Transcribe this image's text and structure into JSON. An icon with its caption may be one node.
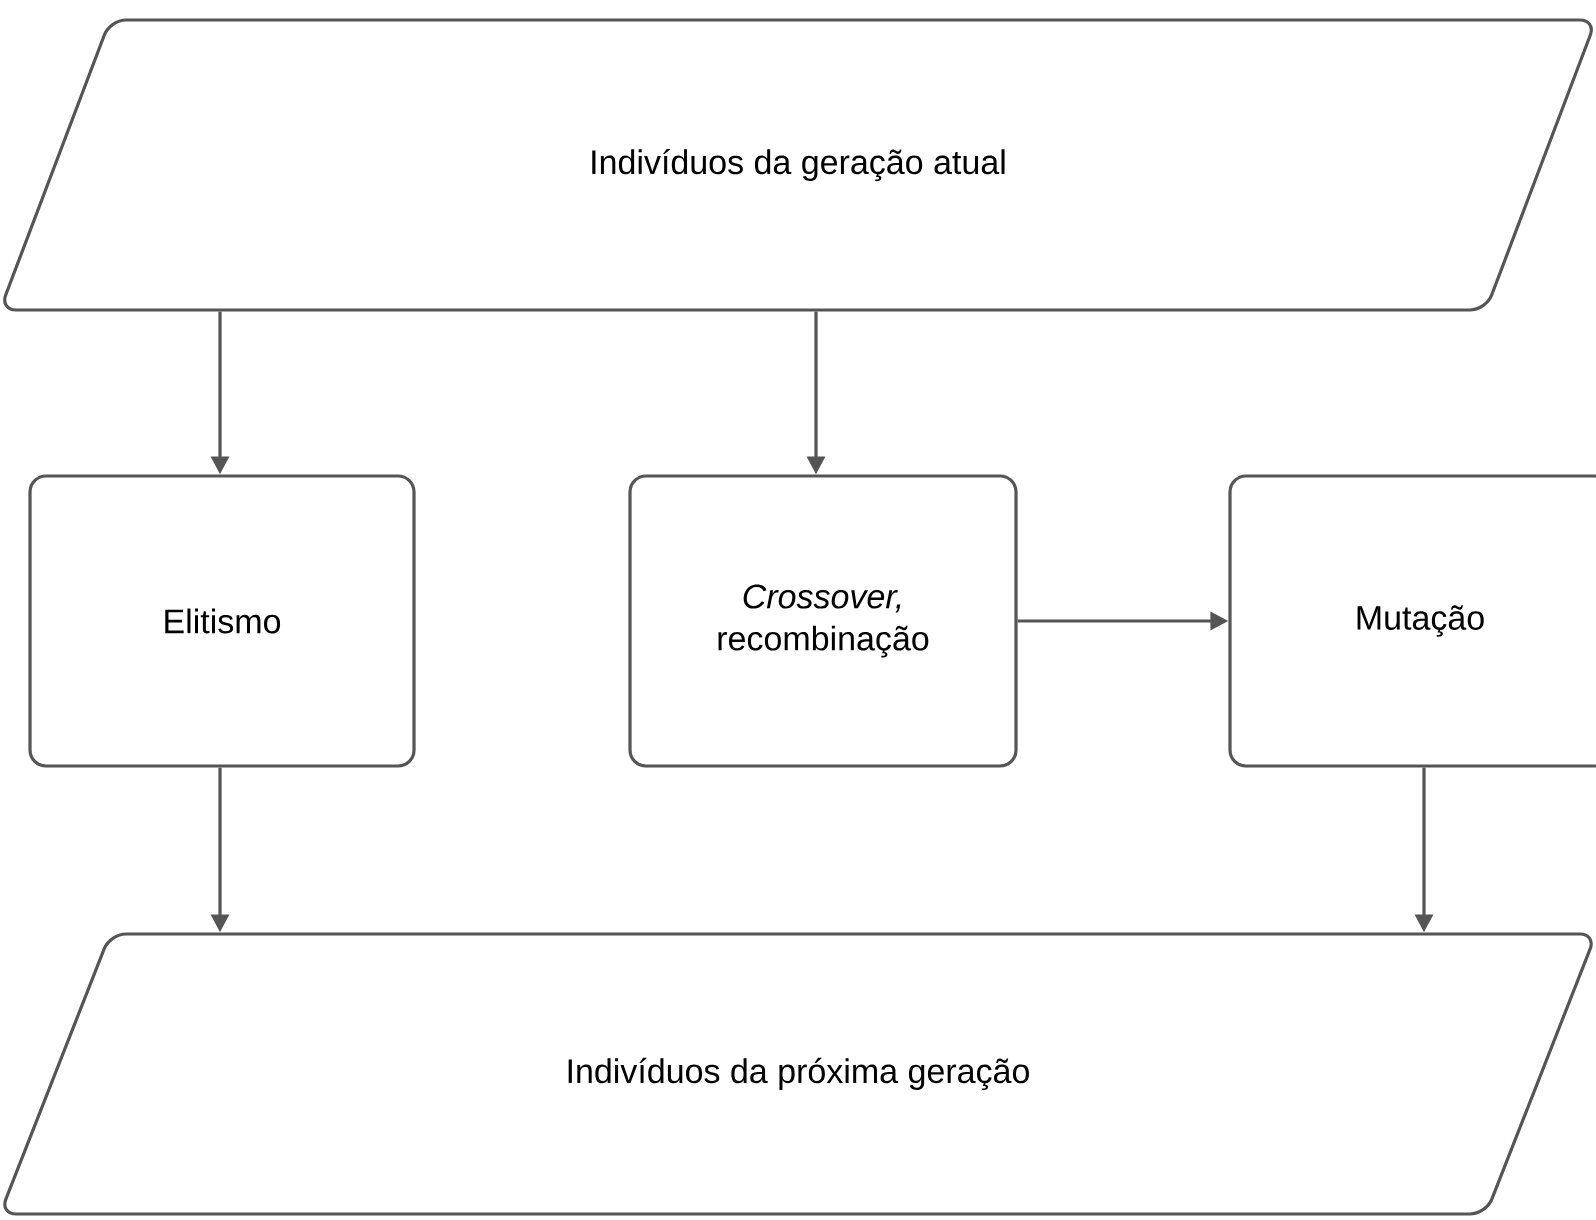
{
  "diagram": {
    "nodes": [
      {
        "text": [
          "Indivíduos da geração atual"
        ]
      },
      {
        "text": [
          "Elitismo"
        ]
      },
      {
        "text": [
          "*Crossover,* recombinação"
        ]
      },
      {
        "text": [
          "Mutação"
        ]
      },
      {
        "text": [
          "Indivíduos da próxima geração"
        ]
      }
    ],
    "edges": [
      {
        "from": 0,
        "to": 1,
        "arrow": "to"
      },
      {
        "from": 0,
        "to": 2,
        "arrow": "to"
      },
      {
        "from": 2,
        "to": 3,
        "arrow": "to"
      },
      {
        "from": 1,
        "to": 4,
        "arrow": "to"
      },
      {
        "from": 3,
        "to": 4,
        "arrow": "to"
      }
    ]
  }
}
